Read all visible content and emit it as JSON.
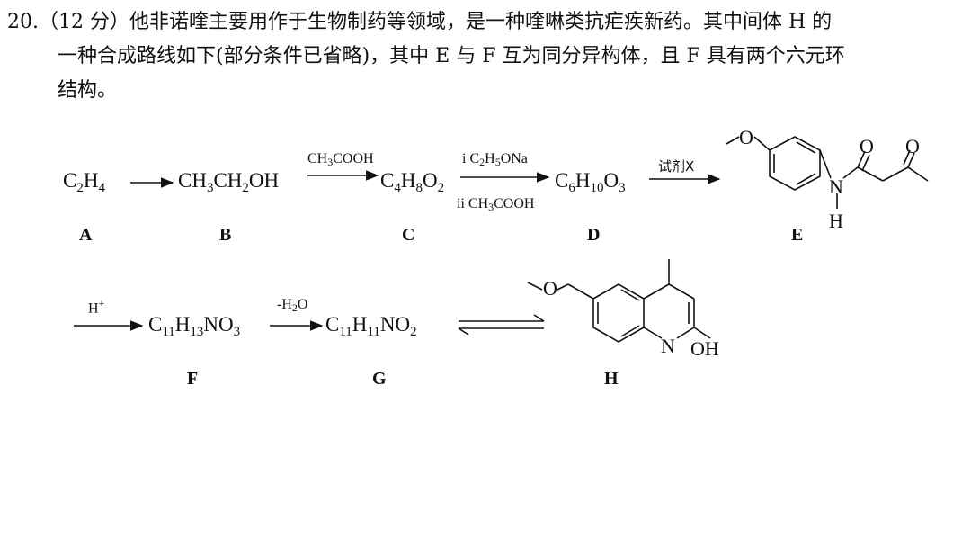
{
  "question": {
    "line1": "20.（12 分）他非诺喹主要用作于生物制药等领域，是一种喹啉类抗疟疾新药。其中间体 H 的",
    "line2": "一种合成路线如下(部分条件已省略)，其中 E 与 F 互为同分异构体，且 F 具有两个六元环",
    "line3": "结构。"
  },
  "scheme": {
    "labels": {
      "A": "A",
      "B": "B",
      "C": "C",
      "D": "D",
      "E": "E",
      "F": "F",
      "G": "G",
      "H": "H"
    },
    "conditions": {
      "c_to_d_2": "ii CH",
      "x": "试剂X"
    },
    "atoms": {
      "O": "O",
      "N": "N",
      "H": "H",
      "OH": "OH"
    }
  }
}
